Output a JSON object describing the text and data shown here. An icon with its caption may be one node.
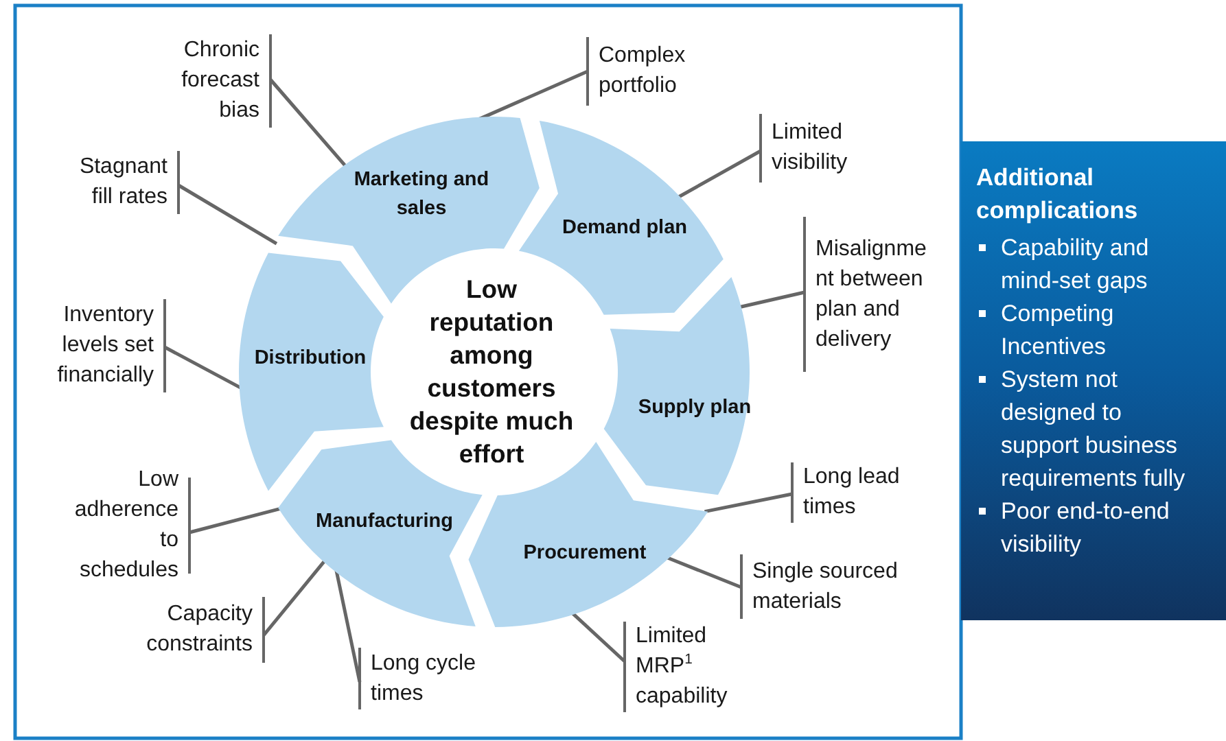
{
  "diagram": {
    "nodes": [
      {
        "text": [
          "Marketing and sales"
        ]
      },
      {
        "text": [
          "Demand plan"
        ]
      },
      {
        "text": [
          "Supply plan"
        ]
      },
      {
        "text": [
          "Procurement"
        ]
      },
      {
        "text": [
          "Manufacturing"
        ]
      },
      {
        "text": [
          "Distribution"
        ]
      },
      {
        "text": [
          "Low reputation among customers despite much effort"
        ]
      },
      {
        "text": [
          "Chronic forecast bias"
        ]
      },
      {
        "text": [
          "Complex portfolio"
        ]
      },
      {
        "text": [
          "Stagnant fill rates"
        ]
      },
      {
        "text": [
          "Limited visibility"
        ]
      },
      {
        "text": [
          "Misalignment between plan and delivery"
        ]
      },
      {
        "text": [
          "Long lead times"
        ]
      },
      {
        "text": [
          "Single sourced materials"
        ]
      },
      {
        "text": [
          "Limited MRP$^{1}$ capability"
        ]
      },
      {
        "text": [
          "Low adherence to schedules"
        ]
      },
      {
        "text": [
          "Capacity constraints"
        ]
      },
      {
        "text": [
          "Long cycle times"
        ]
      },
      {
        "text": [
          "Inventory levels set financially"
        ]
      },
      {
        "text": [
          "Additional complications",
          "Capability and mind-set gaps",
          "Competing Incentives",
          "System not designed to support business requirements fully",
          "Poor end-to-end visibility"
        ]
      }
    ],
    "edges": [
      {
        "from": 7,
        "to": 0,
        "arrow": "none"
      },
      {
        "from": 8,
        "to": 0,
        "arrow": "none"
      },
      {
        "from": 9,
        "to": 0,
        "arrow": "none"
      },
      {
        "from": 10,
        "to": 1,
        "arrow": "none"
      },
      {
        "from": 11,
        "to": 2,
        "arrow": "none"
      },
      {
        "from": 12,
        "to": 3,
        "arrow": "none"
      },
      {
        "from": 13,
        "to": 3,
        "arrow": "none"
      },
      {
        "from": 14,
        "to": 3,
        "arrow": "none"
      },
      {
        "from": 15,
        "to": 4,
        "arrow": "none"
      },
      {
        "from": 16,
        "to": 4,
        "arrow": "none"
      },
      {
        "from": 17,
        "to": 4,
        "arrow": "none"
      },
      {
        "from": 18,
        "to": 5,
        "arrow": "none"
      }
    ]
  }
}
